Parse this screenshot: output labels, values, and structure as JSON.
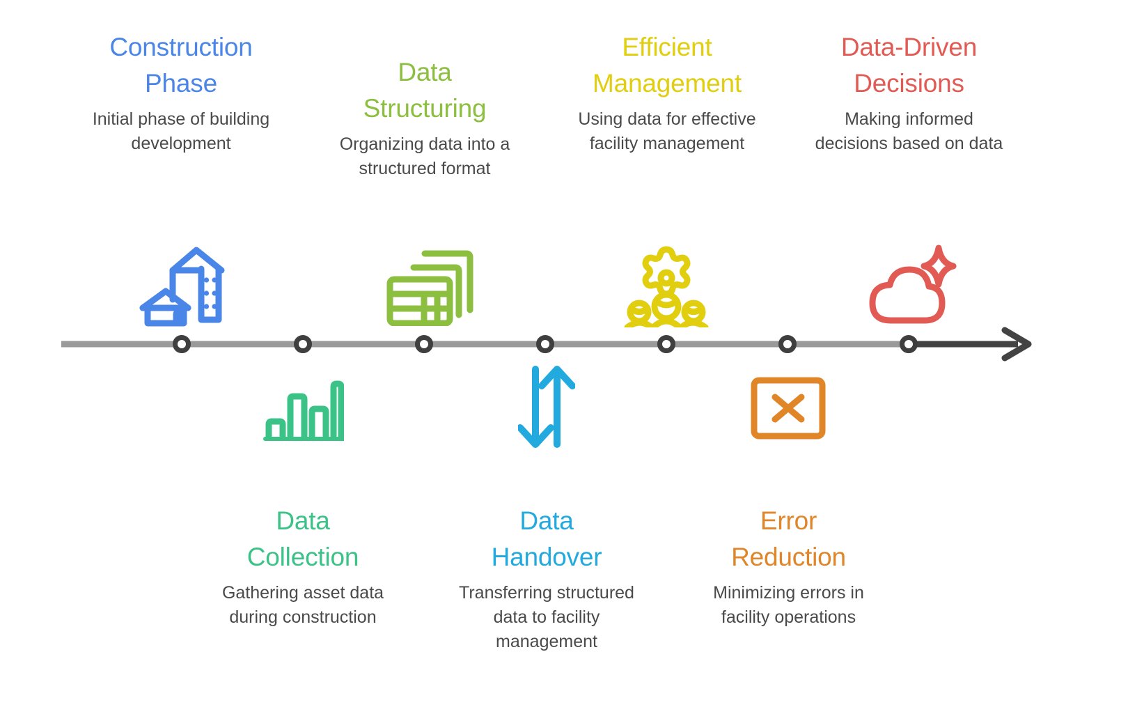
{
  "diagram": {
    "type": "horizontal-timeline",
    "orientation": "left-to-right",
    "node_count": 7,
    "colors": {
      "construction_blue": "#4a86e8",
      "structuring_green": "#8cbf3f",
      "management_yellow": "#e0ce0f",
      "decisions_red": "#e15b54",
      "collection_green": "#3bc287",
      "handover_blue": "#22aade",
      "error_orange": "#e08629",
      "axis_gray": "#9a9a9a",
      "axis_dark": "#434343",
      "node_ring": "#3f3f3f",
      "text_gray": "#4a4a4a"
    },
    "axis": {
      "line_color": "#9a9a9a",
      "arrow_color": "#434343",
      "has_arrowhead": true
    }
  },
  "steps": {
    "top": [
      {
        "title": "Construction Phase",
        "title_line1": "Construction",
        "title_line2": "Phase",
        "description": "Initial phase of building development",
        "color": "#4a86e8",
        "icon": "building-icon",
        "node_index": 1
      },
      {
        "title": "Data Structuring",
        "title_line1": "Data",
        "title_line2": "Structuring",
        "description": "Organizing data into a structured format",
        "color": "#8cbf3f",
        "icon": "spreadsheet-stack-icon",
        "node_index": 3
      },
      {
        "title": "Efficient Management",
        "title_line1": "Efficient",
        "title_line2": "Management",
        "description": "Using data for effective facility management",
        "color": "#e0ce0f",
        "icon": "gear-team-icon",
        "node_index": 5
      },
      {
        "title": "Data-Driven Decisions",
        "title_line1": "Data-Driven",
        "title_line2": "Decisions",
        "description": "Making informed decisions based on data",
        "color": "#e15b54",
        "icon": "cloud-sparkle-icon",
        "node_index": 7
      }
    ],
    "bottom": [
      {
        "title": "Data Collection",
        "title_line1": "Data",
        "title_line2": "Collection",
        "description": "Gathering asset data during construction",
        "color": "#3bc287",
        "icon": "bar-chart-icon",
        "node_index": 2
      },
      {
        "title": "Data Handover",
        "title_line1": "Data",
        "title_line2": "Handover",
        "description": "Transferring structured data to facility management",
        "color": "#22aade",
        "icon": "transfer-arrows-icon",
        "node_index": 4
      },
      {
        "title": "Error Reduction",
        "title_line1": "Error",
        "title_line2": "Reduction",
        "description": "Minimizing errors in facility operations",
        "color": "#e08629",
        "icon": "x-box-icon",
        "node_index": 6
      }
    ]
  }
}
